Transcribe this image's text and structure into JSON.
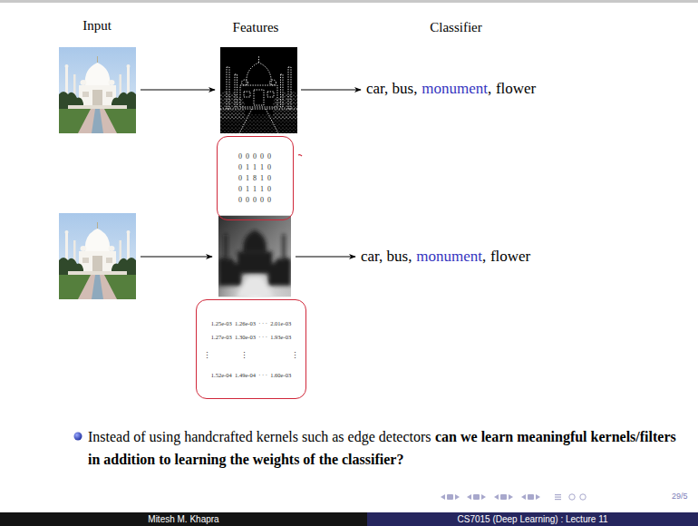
{
  "diagram": {
    "nodes": [
      {
        "text": [
          "0 0 0 0 0",
          "0 1 1 1 0",
          "0 1 8 1 0",
          "0 1 1 1 0",
          "0 0 0 0 0"
        ]
      },
      {
        "text": [
          "1.25e-03  1.26e-03  · · ·  2.01e-03",
          "1.27e-03  1.30e-03  · · ·  1.93e-03",
          "⋮              ⋮                     ⋮",
          "1.52e-04  1.49e-04  · · ·  1.60e-03"
        ]
      }
    ],
    "labels": [
      "Input",
      "Features",
      "Classifier",
      "car, bus,",
      "monument",
      ",",
      "flower",
      "car, bus,",
      "monument",
      ",",
      "flower",
      "Instead of using handcrafted kernels such as edge detectors",
      "can we learn meaningful kernels/filters in addition to learning the weights of the classifier?",
      "Mitesh M. Khapra",
      "CS7015 (Deep Learning) : Lecture 11",
      "29/5"
    ]
  }
}
